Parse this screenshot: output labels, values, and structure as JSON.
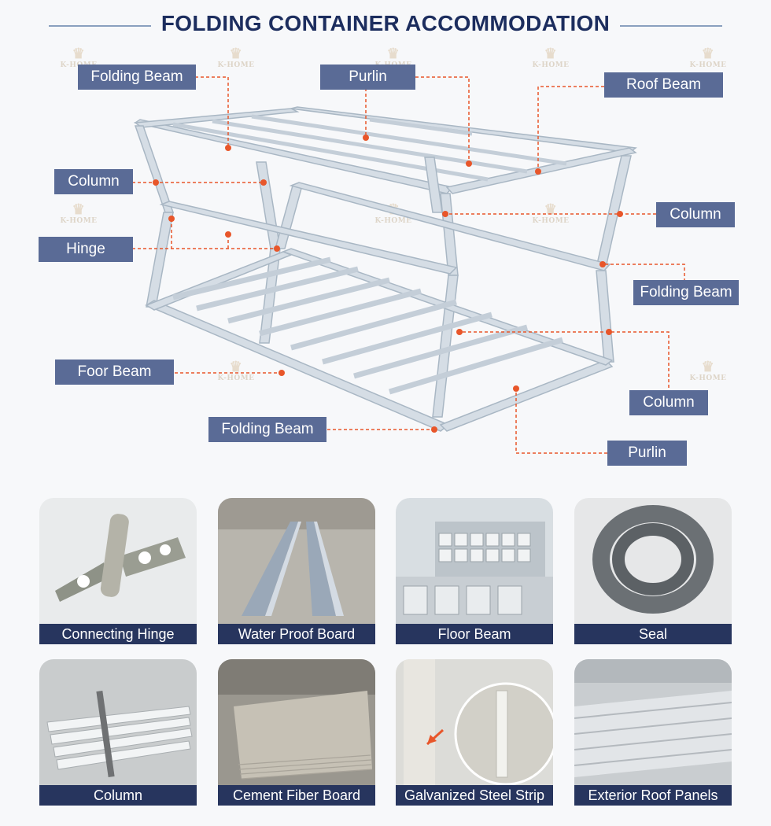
{
  "title": "FOLDING CONTAINER ACCOMMODATION",
  "watermark_text": "K-HOME",
  "colors": {
    "title": "#1c2d5e",
    "label_bg": "#5a6b96",
    "caption_bg": "#27355e",
    "leader": "#e8562a",
    "frame": "#c9d3dd"
  },
  "diagram_labels": [
    {
      "id": "folding-beam-top-left",
      "text": "Folding Beam"
    },
    {
      "id": "purlin-top",
      "text": "Purlin"
    },
    {
      "id": "roof-beam",
      "text": "Roof Beam"
    },
    {
      "id": "column-left",
      "text": "Column"
    },
    {
      "id": "column-right-upper",
      "text": "Column"
    },
    {
      "id": "hinge",
      "text": "Hinge"
    },
    {
      "id": "folding-beam-right",
      "text": "Folding Beam"
    },
    {
      "id": "floor-beam",
      "text": "Foor Beam"
    },
    {
      "id": "column-right-lower",
      "text": "Column"
    },
    {
      "id": "folding-beam-bottom",
      "text": "Folding Beam"
    },
    {
      "id": "purlin-bottom",
      "text": "Purlin"
    }
  ],
  "components": [
    {
      "caption": "Connecting Hinge",
      "icon": "hinge-photo"
    },
    {
      "caption": "Water Proof Board",
      "icon": "waterproof-board-photo"
    },
    {
      "caption": "Floor Beam",
      "icon": "floor-beam-photo"
    },
    {
      "caption": "Seal",
      "icon": "seal-photo"
    },
    {
      "caption": "Column",
      "icon": "column-photo"
    },
    {
      "caption": "Cement Fiber Board",
      "icon": "cement-board-photo"
    },
    {
      "caption": "Galvanized Steel Strip",
      "icon": "steel-strip-photo"
    },
    {
      "caption": "Exterior Roof  Panels",
      "icon": "roof-panels-photo"
    }
  ]
}
